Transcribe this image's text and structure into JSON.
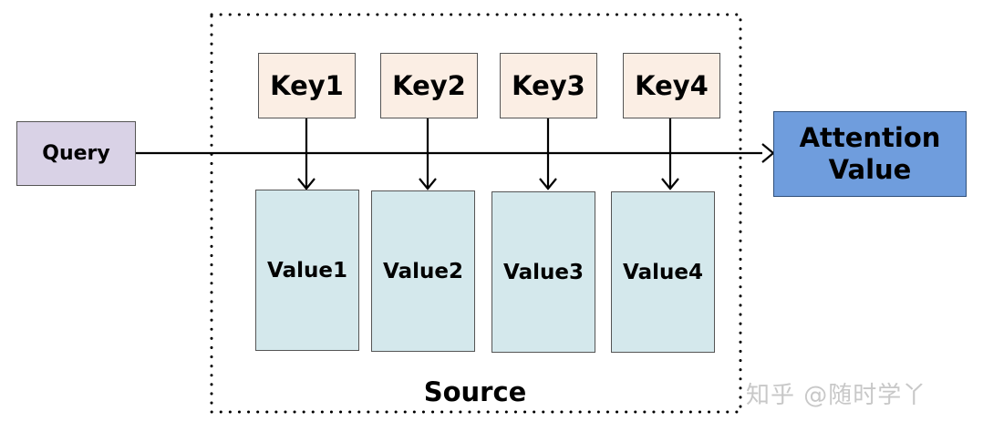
{
  "diagram": {
    "query": {
      "label": "Query"
    },
    "keys": [
      {
        "label": "Key1"
      },
      {
        "label": "Key2"
      },
      {
        "label": "Key3"
      },
      {
        "label": "Key4"
      }
    ],
    "values": [
      {
        "label": "Value1"
      },
      {
        "label": "Value2"
      },
      {
        "label": "Value3"
      },
      {
        "label": "Value4"
      }
    ],
    "attention": {
      "line1": "Attention",
      "line2": "Value"
    },
    "source_label": "Source",
    "watermark": "知乎 @随时学丫",
    "colors": {
      "query_fill": "#d9d2e6",
      "key_fill": "#fbeee4",
      "value_fill": "#d4e8ec",
      "attention_fill": "#6f9ddd"
    }
  }
}
